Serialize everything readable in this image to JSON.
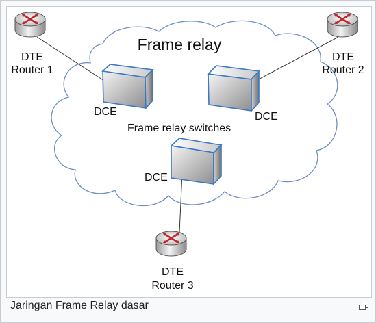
{
  "diagram": {
    "cloud_title": "Frame relay",
    "switches_label": "Frame relay switches",
    "routers": [
      {
        "line1": "DTE",
        "line2": "Router 1"
      },
      {
        "line1": "DTE",
        "line2": "Router 2"
      },
      {
        "line1": "DTE",
        "line2": "Router 3"
      }
    ],
    "switches": [
      {
        "label": "DCE"
      },
      {
        "label": "DCE"
      },
      {
        "label": "DCE"
      }
    ],
    "colors": {
      "cloud_outline": "#6b8fc4",
      "cloud_title": "#2a4f9a",
      "switch_edge": "#3c78c8",
      "router_arrows": "#c0262c"
    }
  },
  "caption": "Jaringan Frame Relay dasar",
  "magnify_icon": "enlarge-icon"
}
